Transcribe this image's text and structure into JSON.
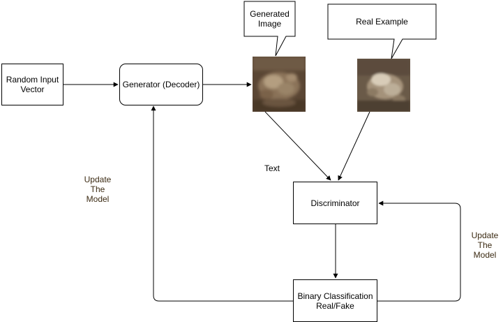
{
  "nodes": {
    "random_input": "Random Input\nVector",
    "generator": "Generator (Decoder)",
    "discriminator": "Discriminator",
    "classification": "Binary Classification\nReal/Fake"
  },
  "callouts": {
    "generated": "Generated\nImage",
    "real": "Real Example"
  },
  "labels": {
    "text": "Text",
    "update_left": "Update\nThe\nModel",
    "update_right": "Update\nThe\nModel"
  },
  "colors": {
    "stroke": "#000000",
    "label_text": "#3b2a12"
  }
}
